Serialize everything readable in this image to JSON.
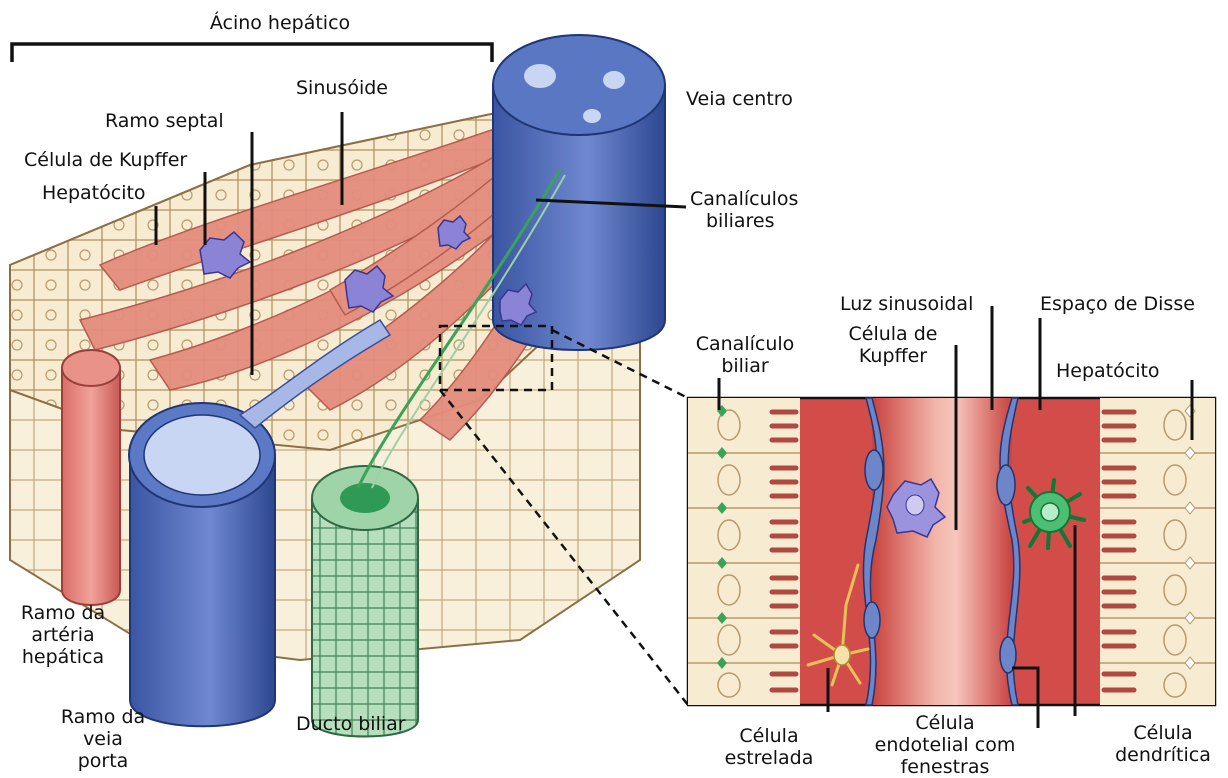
{
  "labels": {
    "acino": "Ácino hepático",
    "sinusoide": "Sinusóide",
    "ramo_septal": "Ramo septal",
    "kupffer_left": "Célula de Kupffer",
    "hepatocito_left": "Hepatócito",
    "veia_centro": "Veia centro",
    "canaliculos": [
      "Canalículos",
      "biliares"
    ],
    "luz_sinusoidal": "Luz sinusoidal",
    "espaco_disse": "Espaço de Disse",
    "canaliculo_biliar": [
      "Canalículo",
      "biliar"
    ],
    "kupffer_right": [
      "Célula de",
      "Kupffer"
    ],
    "hepatocito_right": "Hepatócito",
    "arteria": [
      "Ramo da",
      "artéria",
      "hepática"
    ],
    "veia_porta": [
      "Ramo da",
      "veia",
      "porta"
    ],
    "ducto_biliar": "Ducto biliar",
    "estrelada": [
      "Célula",
      "estrelada"
    ],
    "endotelial": [
      "Célula",
      "endotelial com",
      "fenestras"
    ],
    "dendritica": [
      "Célula",
      "dendrítica"
    ]
  },
  "colors": {
    "hepatocyte": "#f7ecd2",
    "cell_line": "#b89a6a",
    "sinusoid": "#e38d7d",
    "sinusoid_dark": "#c9504a",
    "vein": "#4a67b5",
    "artery": "#e5837a",
    "duct": "#a9d8b2",
    "kupffer": "#8b84d6",
    "green": "#3aa35a"
  }
}
